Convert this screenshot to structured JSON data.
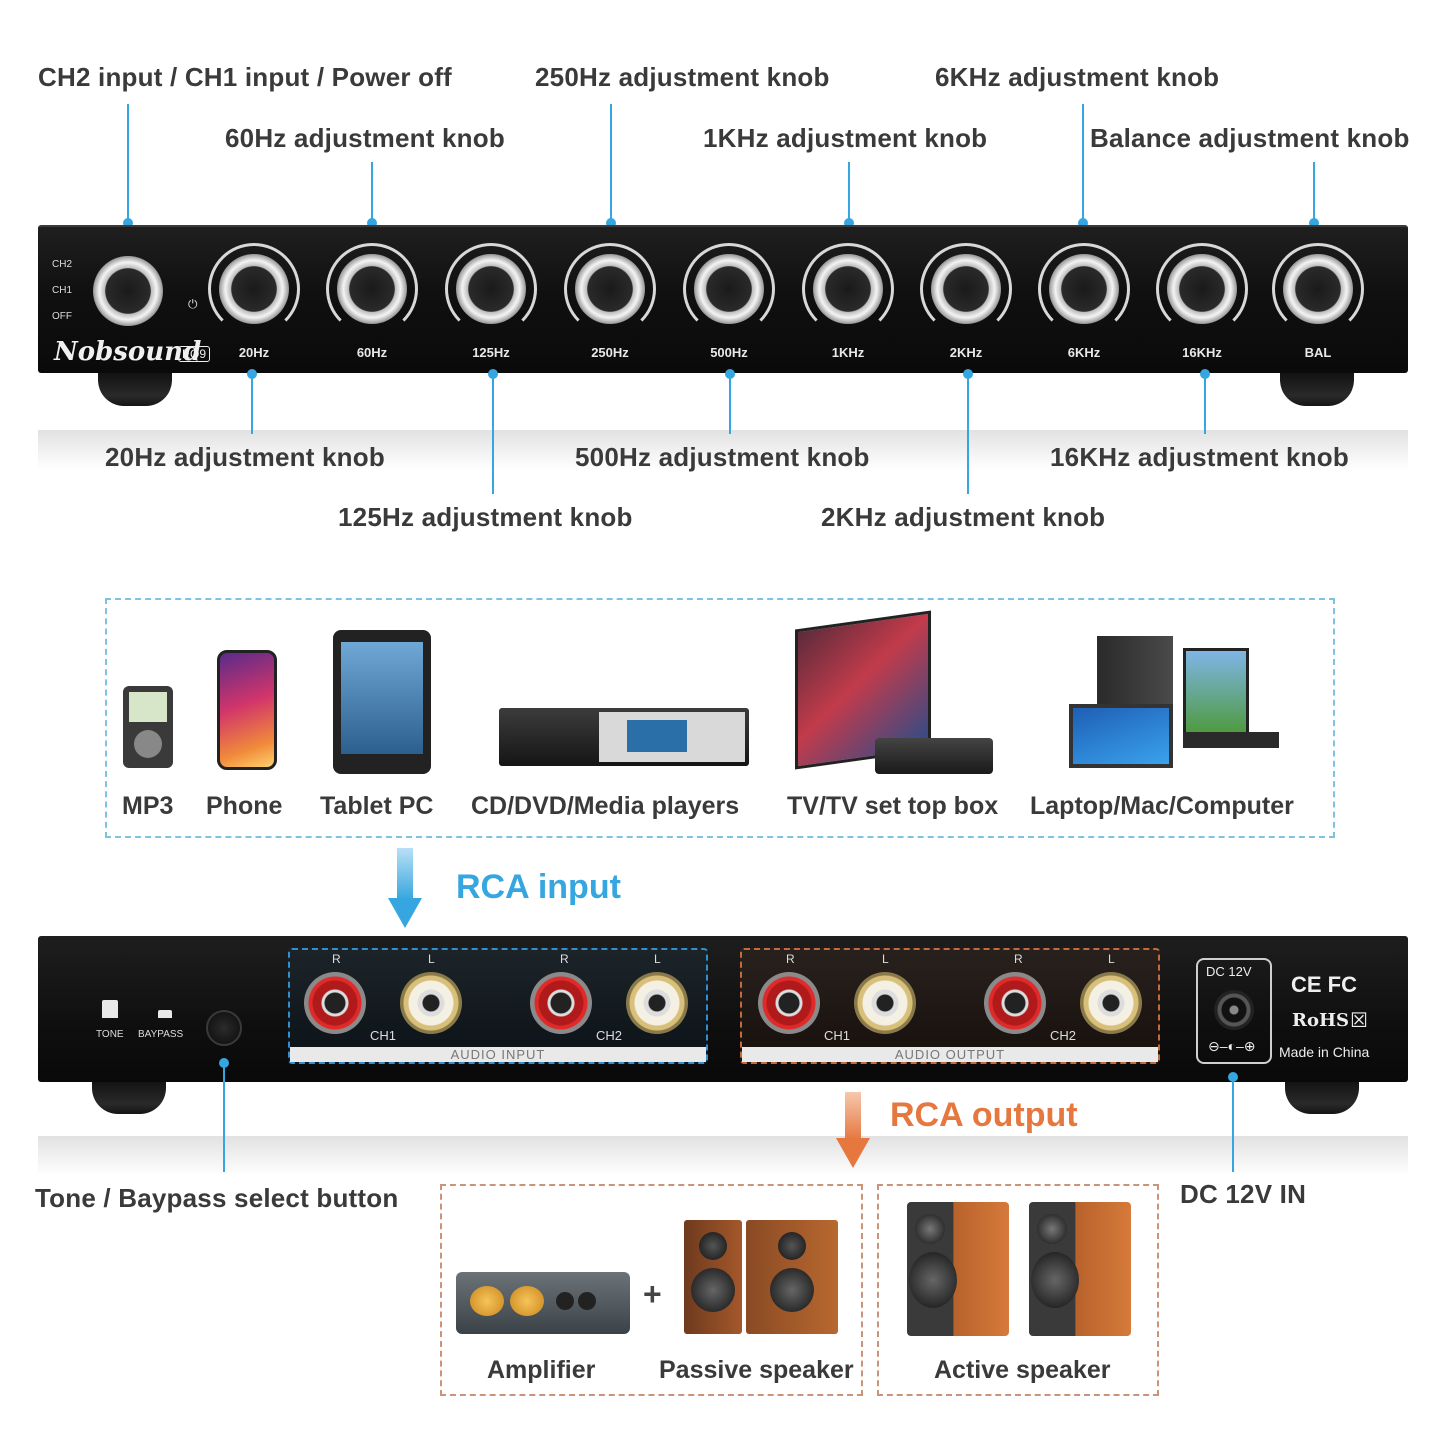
{
  "front_callouts": {
    "input_power": "CH2 input / CH1 input / Power off",
    "hz60": "60Hz adjustment knob",
    "hz250": "250Hz adjustment knob",
    "khz1": "1KHz adjustment knob",
    "khz6": "6KHz adjustment knob",
    "balance": "Balance adjustment knob",
    "hz20": "20Hz adjustment knob",
    "hz125": "125Hz adjustment knob",
    "hz500": "500Hz adjustment knob",
    "khz2": "2KHz adjustment knob",
    "khz16": "16KHz adjustment knob"
  },
  "front_panel": {
    "brand": "Nobsound",
    "model": "EQ9",
    "selector": [
      "CH2",
      "CH1",
      "OFF"
    ],
    "knob_labels": [
      "20Hz",
      "60Hz",
      "125Hz",
      "250Hz",
      "500Hz",
      "1KHz",
      "2KHz",
      "6KHz",
      "16KHz",
      "BAL"
    ]
  },
  "sources": [
    "MP3",
    "Phone",
    "Tablet PC",
    "CD/DVD/Media players",
    "TV/TV set top box",
    "Laptop/Mac/Computer"
  ],
  "flow": {
    "input": "RCA input",
    "output": "RCA output"
  },
  "rear_panel": {
    "tone": "TONE",
    "baypass": "BAYPASS",
    "audio_input": "AUDIO INPUT",
    "audio_output": "AUDIO OUTPUT",
    "r": "R",
    "l": "L",
    "ch1": "CH1",
    "ch2": "CH2",
    "dc": "DC 12V",
    "rohs": "RoHS",
    "made_in": "Made in China"
  },
  "rear_callouts": {
    "tone_button": "Tone / Baypass select button",
    "dc_in": "DC 12V IN"
  },
  "outputs": {
    "amplifier": "Amplifier",
    "passive": "Passive speaker",
    "active": "Active speaker",
    "plus": "+"
  },
  "colors": {
    "accent_blue": "#35a6df",
    "accent_orange": "#e5773f"
  }
}
